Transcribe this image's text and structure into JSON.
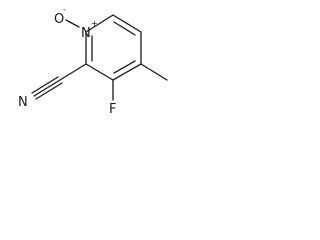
{
  "molecule": {
    "atoms": {
      "ring_nitrogen": "N",
      "ring_nitrogen_charge": "+",
      "oxide_oxygen": "O",
      "oxide_charge": "-",
      "nitrile_nitrogen": "N",
      "fluorine": "F"
    }
  },
  "colors": {
    "bond": "#1a1a1a",
    "background": "#ffffff"
  }
}
